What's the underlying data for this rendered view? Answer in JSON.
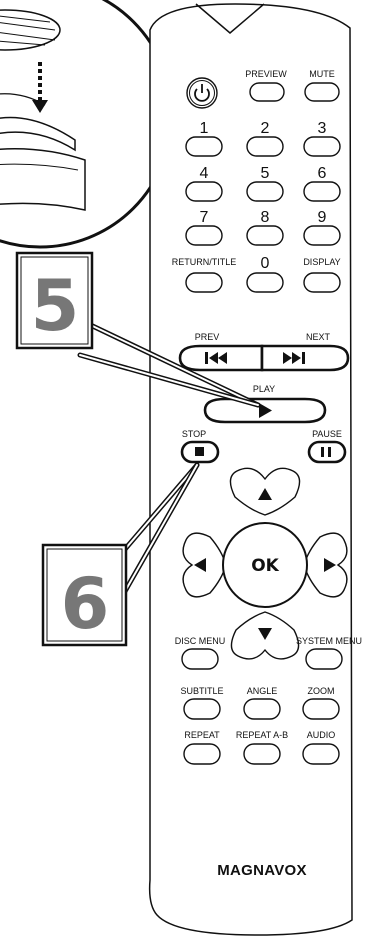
{
  "callouts": {
    "step5": "5",
    "step6": "6"
  },
  "remote": {
    "top_buttons": {
      "preview": "PREVIEW",
      "mute": "MUTE"
    },
    "keypad": [
      {
        "digit": "1",
        "label": ""
      },
      {
        "digit": "2",
        "label": ""
      },
      {
        "digit": "3",
        "label": ""
      },
      {
        "digit": "4",
        "label": ""
      },
      {
        "digit": "5",
        "label": ""
      },
      {
        "digit": "6",
        "label": ""
      },
      {
        "digit": "7",
        "label": ""
      },
      {
        "digit": "8",
        "label": ""
      },
      {
        "digit": "9",
        "label": ""
      }
    ],
    "return_title": "RETURN/TITLE",
    "zero": "0",
    "display": "DISPLAY",
    "prev": "PREV",
    "next": "NEXT",
    "play": "PLAY",
    "stop": "STOP",
    "pause": "PAUSE",
    "ok": "OK",
    "disc_menu": "DISC MENU",
    "system_menu": "SYSTEM MENU",
    "subtitle": "SUBTITLE",
    "angle": "ANGLE",
    "zoom": "ZOOM",
    "repeat": "REPEAT",
    "repeat_ab": "REPEAT A-B",
    "audio": "AUDIO",
    "brand": "MAGNAVOX"
  },
  "icons": {
    "power": "power-icon",
    "prev": "skip-back-icon",
    "next": "skip-forward-icon",
    "play": "play-icon",
    "stop": "stop-icon",
    "pause": "pause-icon",
    "up": "arrow-up-icon",
    "down": "arrow-down-icon",
    "left": "arrow-left-icon",
    "right": "arrow-right-icon"
  }
}
